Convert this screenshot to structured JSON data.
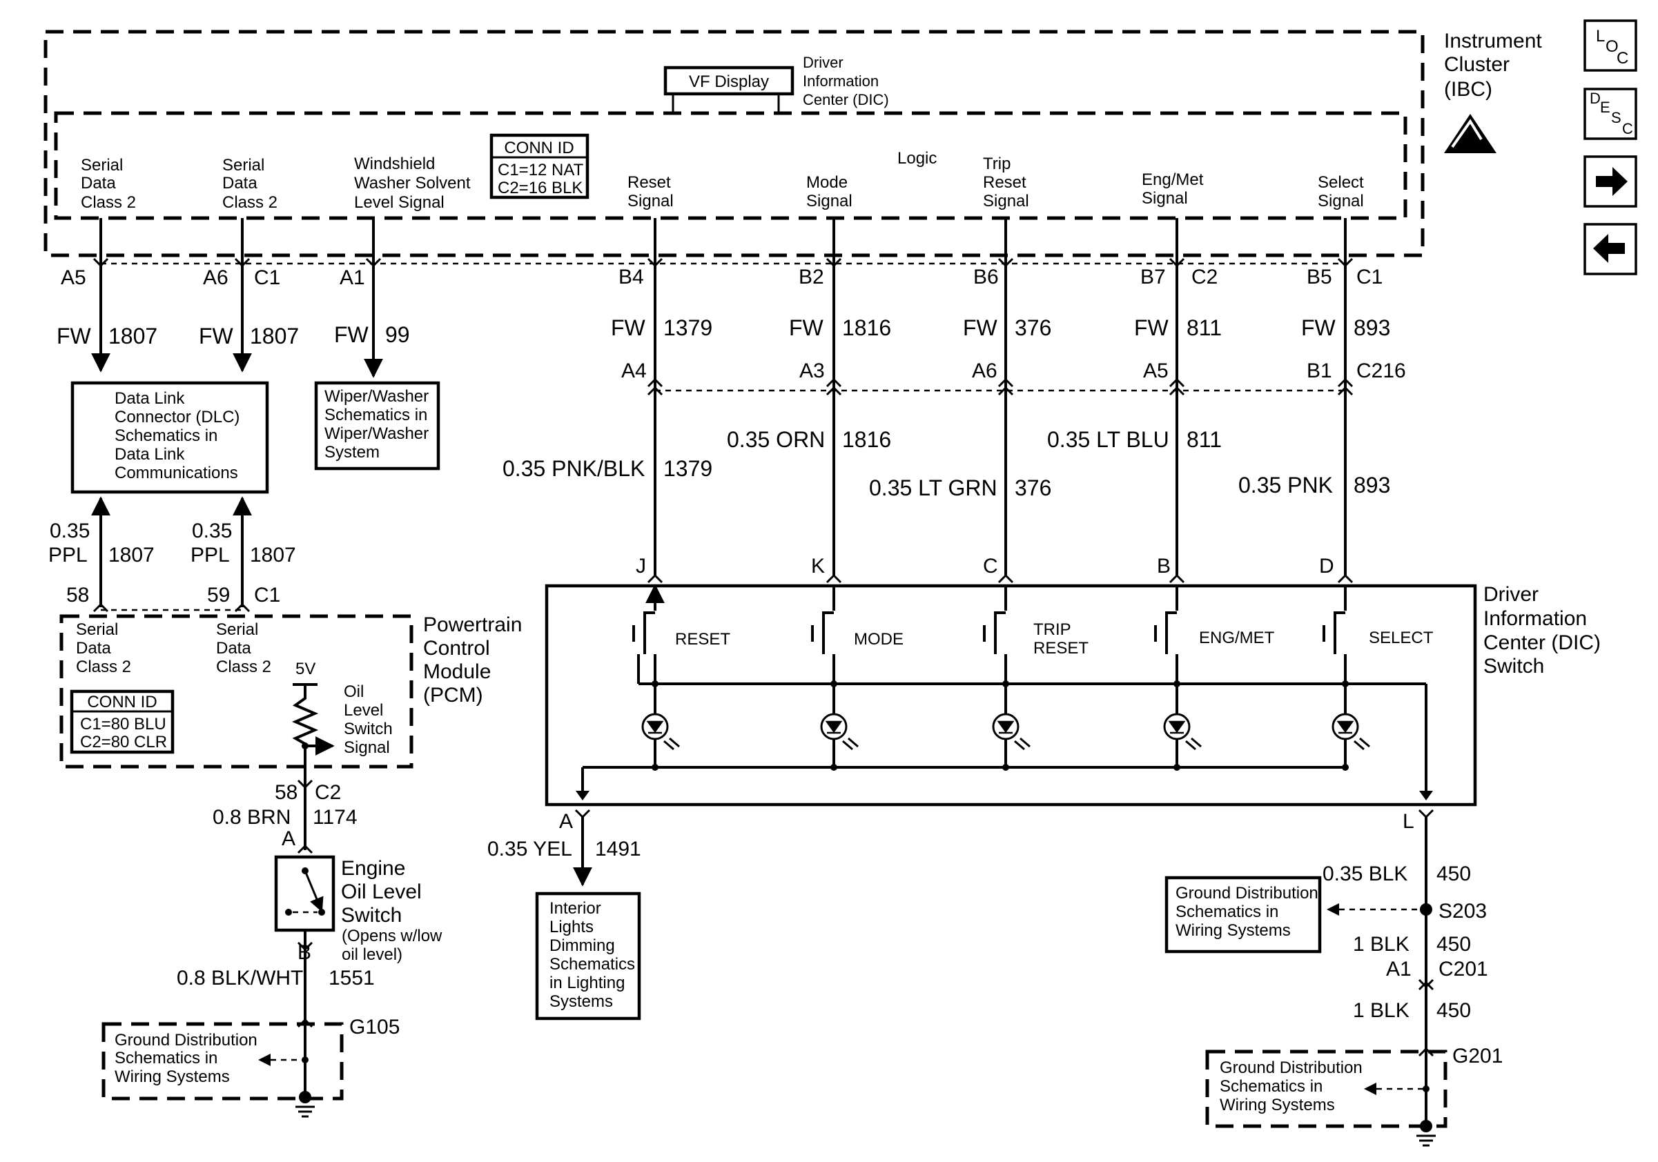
{
  "ibc": {
    "title1": "Instrument",
    "title2": "Cluster",
    "title3": "(IBC)",
    "logic": "Logic",
    "vf_display": "VF Display",
    "dic1": "Driver",
    "dic2": "Information",
    "dic3": "Center (DIC)",
    "conn_id": "CONN ID",
    "c1": "C1=12 NAT",
    "c2": "C2=16 BLK",
    "signals": [
      {
        "l1": "Serial",
        "l2": "Data",
        "l3": "Class 2"
      },
      {
        "l1": "Serial",
        "l2": "Data",
        "l3": "Class 2"
      },
      {
        "l1": "Windshield",
        "l2": "Washer Solvent",
        "l3": "Level  Signal"
      },
      {
        "l1": "Reset",
        "l2": "Signal"
      },
      {
        "l1": "Mode",
        "l2": "Signal"
      },
      {
        "l1": "Trip",
        "l2": "Reset",
        "l3": "Signal"
      },
      {
        "l1": "Eng/Met",
        "l2": "Signal"
      },
      {
        "l1": "Select",
        "l2": "Signal"
      }
    ]
  },
  "nav": {
    "loc": [
      "L",
      "O",
      "C"
    ],
    "desc": [
      "D",
      "E",
      "S",
      "C"
    ],
    "forward": "→",
    "back": "←"
  },
  "wires": {
    "w1": {
      "pin": "A5",
      "color": "FW",
      "circuit": "1807"
    },
    "w2": {
      "pin": "A6",
      "conn": "C1",
      "color": "FW",
      "circuit": "1807"
    },
    "w3": {
      "pin": "A1",
      "color": "FW",
      "circuit": "99"
    },
    "w4": {
      "pin": "B4",
      "color": "FW",
      "circuit": "1379",
      "pin2": "A4",
      "wire": "0.35 PNK/BLK",
      "circuit2": "1379",
      "pin3": "J"
    },
    "w5": {
      "pin": "B2",
      "color": "FW",
      "circuit": "1816",
      "pin2": "A3",
      "wire": "0.35 ORN",
      "circuit2": "1816",
      "pin3": "K"
    },
    "w6": {
      "pin": "B6",
      "color": "FW",
      "circuit": "376",
      "pin2": "A6",
      "wire": "0.35 LT GRN",
      "circuit2": "376",
      "pin3": "C"
    },
    "w7": {
      "pin": "B7",
      "conn": "C2",
      "color": "FW",
      "circuit": "811",
      "pin2": "A5",
      "wire": "0.35 LT BLU",
      "circuit2": "811",
      "pin3": "B"
    },
    "w8": {
      "pin": "B5",
      "conn": "C1",
      "color": "FW",
      "circuit": "893",
      "pin2": "B1",
      "conn2": "C216",
      "wire": "0.35 PNK",
      "circuit2": "893",
      "pin3": "D"
    }
  },
  "dlc": {
    "l1": "Data Link",
    "l2": "Connector (DLC)",
    "l3": "Schematics in",
    "l4": "Data Link",
    "l5": "Communications"
  },
  "wiper": {
    "l1": "Wiper/Washer",
    "l2": "Schematics in",
    "l3": "Wiper/Washer",
    "l4": "System"
  },
  "pcm_wires": {
    "a_size": "0.35",
    "a_color": "PPL",
    "a_circuit": "1807",
    "a_pin": "58",
    "b_size": "0.35",
    "b_color": "PPL",
    "b_circuit": "1807",
    "b_pin": "59",
    "b_conn": "C1"
  },
  "pcm": {
    "title1": "Powertrain",
    "title2": "Control",
    "title3": "Module",
    "title4": "(PCM)",
    "sd1": [
      "Serial",
      "Data",
      "Class 2"
    ],
    "sd2": [
      "Serial",
      "Data",
      "Class 2"
    ],
    "conn_id": "CONN ID",
    "c1": "C1=80 BLU",
    "c2": "C2=80 CLR",
    "v": "5V",
    "oil": [
      "Oil",
      "Level",
      "Switch",
      "Signal"
    ]
  },
  "oil_circuit": {
    "pin": "58",
    "conn": "C2",
    "wire": "0.8 BRN",
    "circuit": "1174",
    "pin_a": "A",
    "pin_b": "B",
    "switch1": "Engine",
    "switch2": "Oil Level",
    "switch3": "Switch",
    "note1": "(Opens w/low",
    "note2": "oil level)",
    "gnd_wire": "0.8 BLK/WHT",
    "gnd_circuit": "1551",
    "ground": "G105"
  },
  "gnd_box": {
    "l1": "Ground Distribution",
    "l2": "Schematics in",
    "l3": "Wiring Systems"
  },
  "dic": {
    "title1": "Driver",
    "title2": "Information",
    "title3": "Center (DIC)",
    "title4": "Switch",
    "sw": [
      "RESET",
      "MODE",
      "TRIP",
      "RESET",
      "ENG/MET",
      "SELECT"
    ]
  },
  "interior": {
    "pin": "A",
    "wire": "0.35 YEL",
    "circuit": "1491",
    "box": [
      "Interior",
      "Lights",
      "Dimming",
      "Schematics",
      "in Lighting",
      "Systems"
    ]
  },
  "right_gnd": {
    "pin": "L",
    "wire1": "0.35 BLK",
    "circuit1": "450",
    "splice": "S203",
    "wire2": "1 BLK",
    "circuit2": "450",
    "pin2": "A1",
    "conn": "C201",
    "wire3": "1 BLK",
    "circuit3": "450",
    "ground": "G201"
  }
}
